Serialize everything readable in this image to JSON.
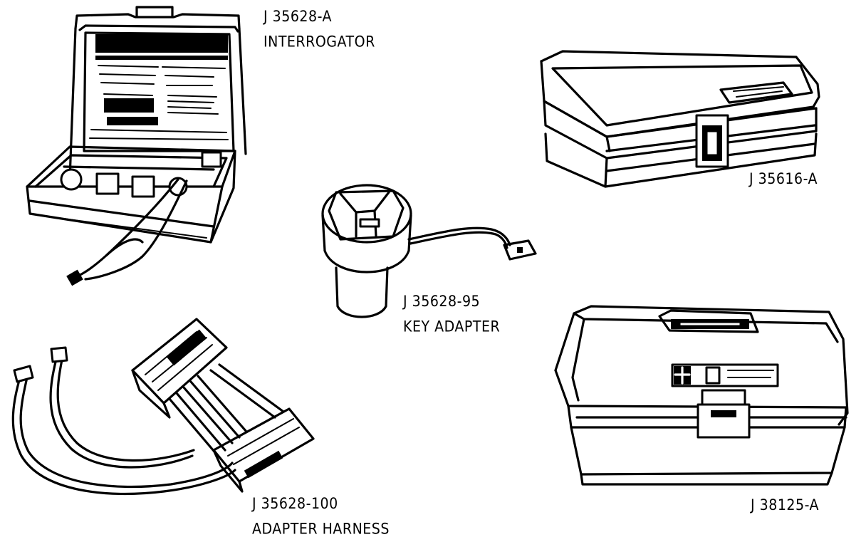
{
  "tools": [
    {
      "part_number": "J 35628-A",
      "name": "INTERROGATOR",
      "icon": "interrogator-case"
    },
    {
      "part_number": "J 35616-A",
      "name": "",
      "icon": "closed-carry-case"
    },
    {
      "part_number": "J 35628-95",
      "name": "KEY ADAPTER",
      "icon": "key-adapter"
    },
    {
      "part_number": "J 35628-100",
      "name": "ADAPTER HARNESS",
      "icon": "adapter-harness"
    },
    {
      "part_number": "J 38125-A",
      "name": "",
      "icon": "tool-box"
    }
  ],
  "colors": {
    "ink": "#000000",
    "paper": "#ffffff"
  }
}
